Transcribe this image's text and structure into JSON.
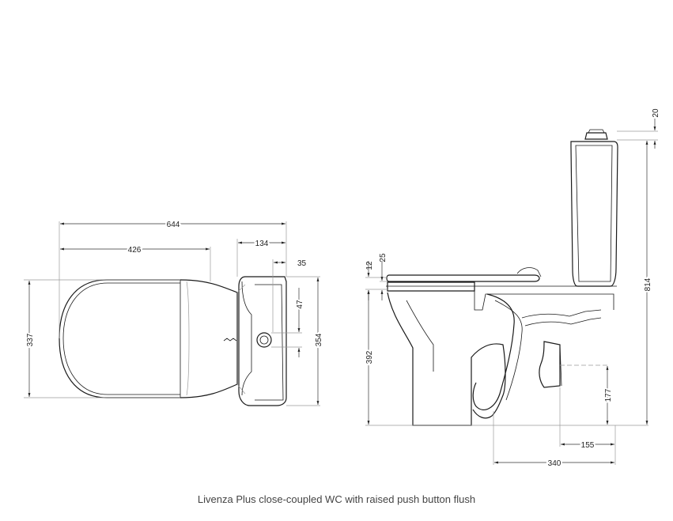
{
  "caption": "Livenza Plus close-coupled WC with raised push button flush",
  "dimensions": {
    "plan_overall_length": "644",
    "plan_bowl_length": "426",
    "plan_cistern_depth": "134",
    "plan_button_offset": "35",
    "plan_bowl_width": "337",
    "plan_cistern_width": "354",
    "plan_button_diameter": "47",
    "side_button_height": "20",
    "side_overall_height": "814",
    "side_seat_thickness": "12",
    "side_lid_thickness": "25",
    "side_rim_height": "392",
    "side_outlet_height": "177",
    "side_outlet_projection": "155",
    "side_outlet_center": "340"
  },
  "colors": {
    "line": "#1a1a1a",
    "caption": "#444444"
  }
}
